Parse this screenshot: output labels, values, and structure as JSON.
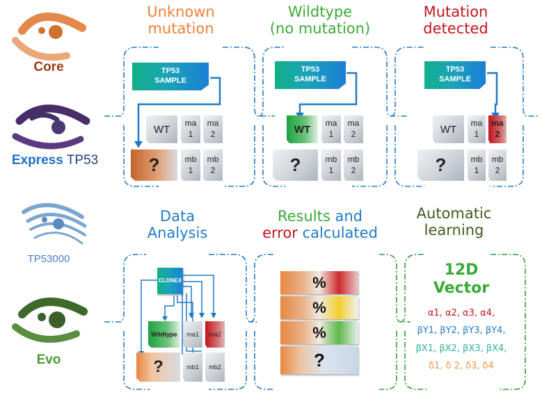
{
  "sidebar": {
    "core": {
      "label": "Core"
    },
    "express": {
      "label_bold": "Express",
      "label_rest": "TP53"
    },
    "tp53000": {
      "label": "TP53000"
    },
    "evo": {
      "label": "Evo"
    }
  },
  "panels": {
    "unknown": {
      "title_line1": "Unknown",
      "title_line2": "mutation",
      "sample_line1": "TP53",
      "sample_line2": "SAMPLE"
    },
    "wildtype": {
      "title_line1": "Wildtype",
      "title_line2": "(no mutation)",
      "sample_line1": "TP53",
      "sample_line2": "SAMPLE"
    },
    "detected": {
      "title_line1": "Mutation",
      "title_line2": "detected",
      "sample_line1": "TP53",
      "sample_line2": "SAMPLE"
    },
    "analysis": {
      "title_line1": "Data",
      "title_line2": "Analysis",
      "clonex": "CLONEX",
      "wildtype": "Wildtype"
    },
    "results": {
      "title_part1": "Results",
      "title_and": "and",
      "title_part2": "error",
      "title_part3": "calculated"
    },
    "learning": {
      "title_line1": "Automatic",
      "title_line2": "learning",
      "vector_line1": "12D",
      "vector_line2": "Vector"
    }
  },
  "cells": {
    "wt": "WT",
    "ma1": "ma\n1",
    "ma2": "ma\n2",
    "mb1": "mb\n1",
    "mb2": "mb\n2",
    "q": "?",
    "ma1_small": "ma1",
    "ma2_small": "ma2",
    "mb1_small": "mb1",
    "mb2_small": "mb2",
    "percent": "%"
  },
  "vector_rows": [
    "α1, α2, α3, α4,",
    "βY1, βY2, βY3, βY4,",
    "βX1, βX2, βX3, βX4,",
    "δ1, δ 2, δ3, δ4"
  ],
  "colors": {
    "orange": "#f07f36",
    "green": "#3aa935",
    "red": "#c0141c",
    "blue": "#1f79c6",
    "dark_green": "#3d5a1e",
    "core_brown": "#9c3d10",
    "express_blue": "#1d6fc2",
    "evo_green": "#4a9a2e"
  }
}
